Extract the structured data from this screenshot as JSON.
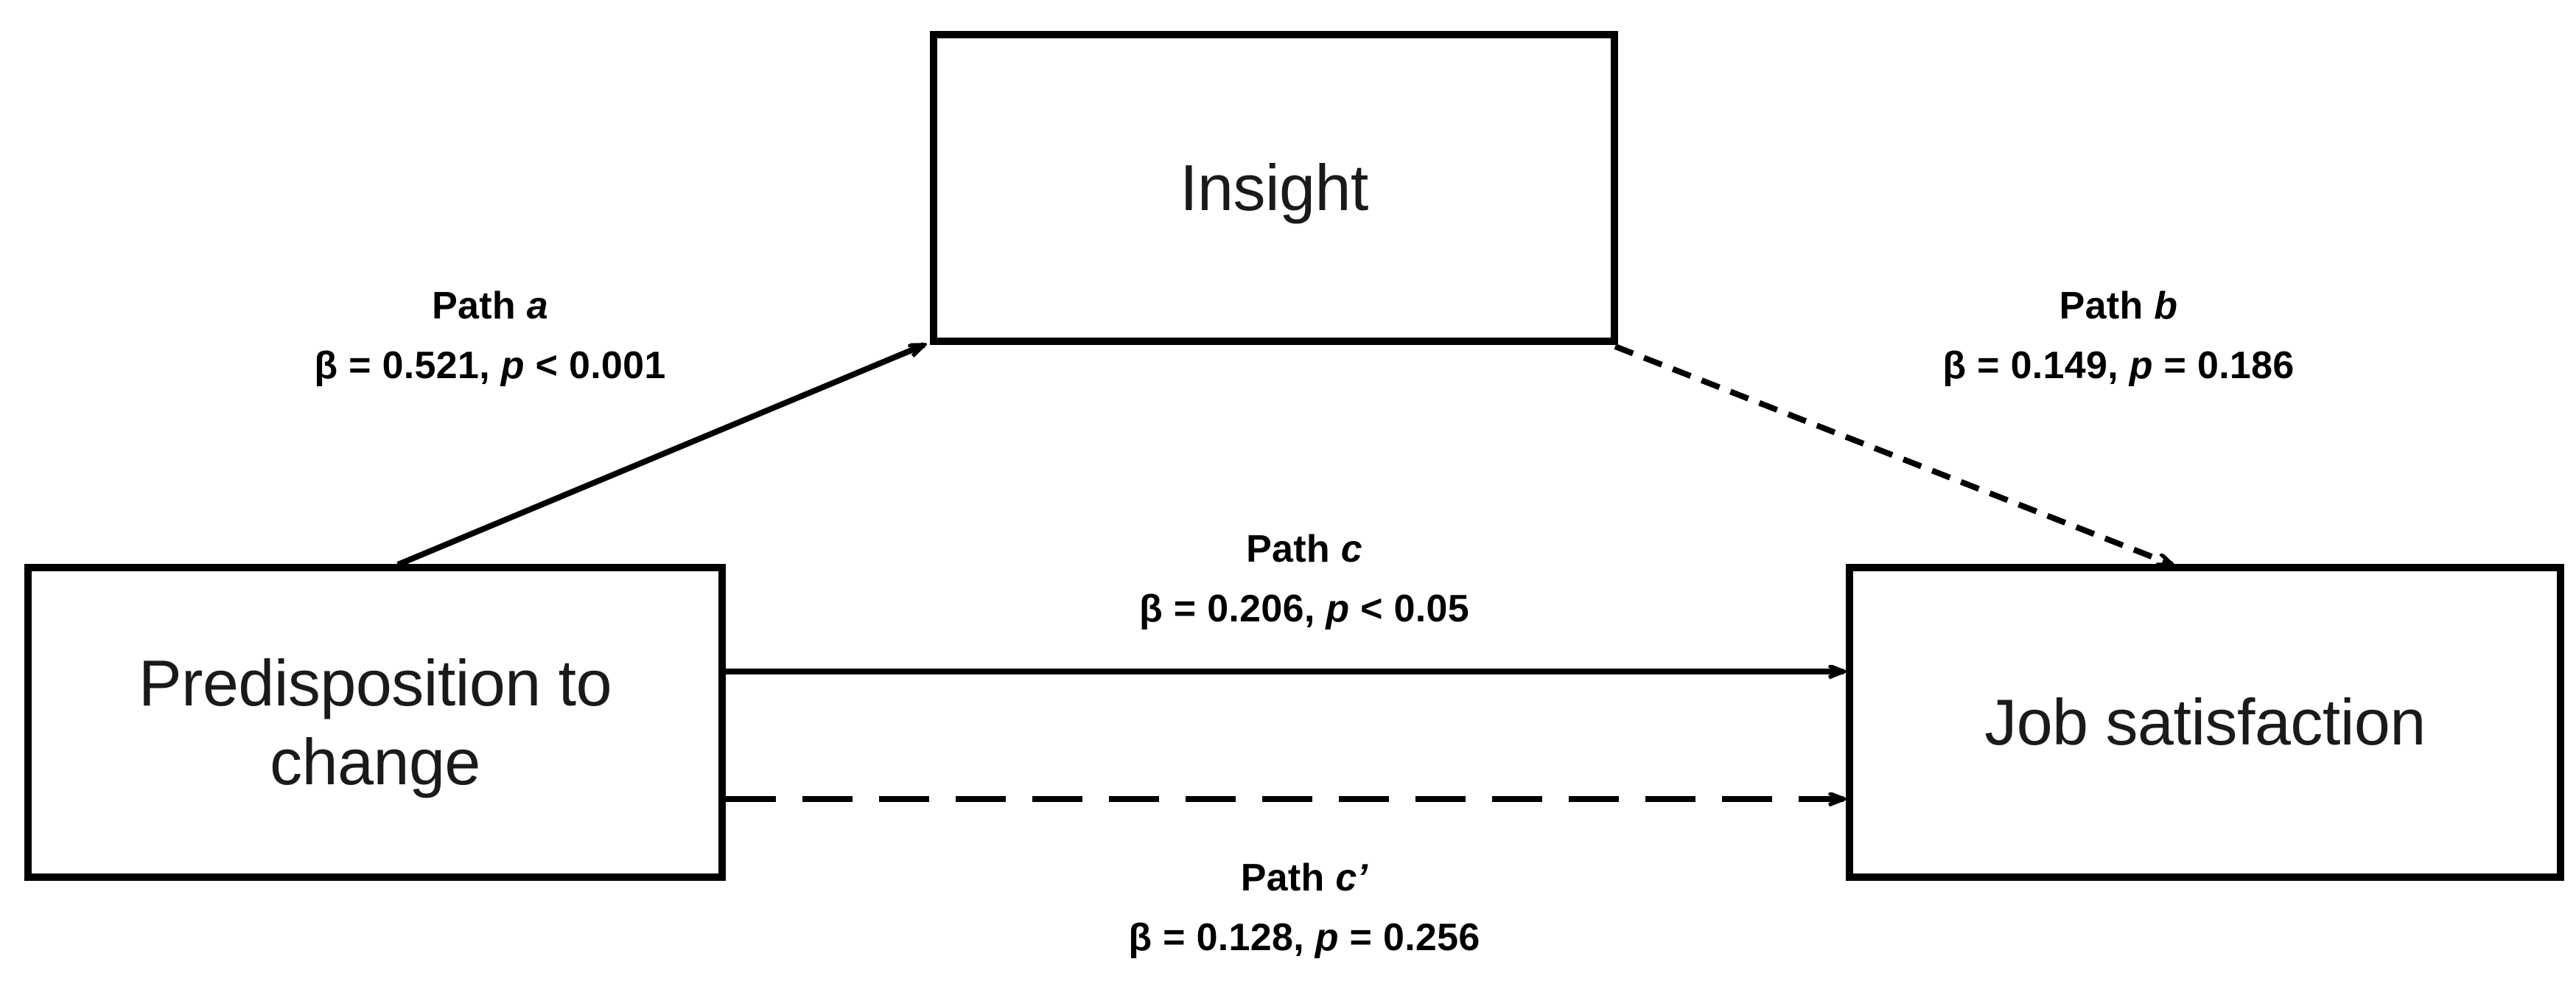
{
  "diagram": {
    "type": "mediation-path-model",
    "background_color": "#ffffff",
    "line_color": "#000000",
    "nodes": [
      {
        "id": "insight",
        "label": "Insight"
      },
      {
        "id": "predisposition",
        "label": "Predisposition to\nchange"
      },
      {
        "id": "job_satisfaction",
        "label": "Job satisfaction"
      }
    ],
    "paths": [
      {
        "id": "path_a",
        "name": "Path",
        "symbol": "a",
        "from": "predisposition",
        "to": "insight",
        "line_style": "solid",
        "beta_prefix": "β = ",
        "beta": "0.521",
        "p_label": "p",
        "p_operator": " < ",
        "p_value": "0.001",
        "stat_text": "β = 0.521, p < 0.001"
      },
      {
        "id": "path_b",
        "name": "Path",
        "symbol": "b",
        "from": "insight",
        "to": "job_satisfaction",
        "line_style": "dashed",
        "beta_prefix": "β = ",
        "beta": "0.149",
        "p_label": "p",
        "p_operator": " = ",
        "p_value": "0.186",
        "stat_text": "β = 0.149, p = 0.186"
      },
      {
        "id": "path_c",
        "name": "Path",
        "symbol": "c",
        "from": "predisposition",
        "to": "job_satisfaction",
        "line_style": "solid",
        "beta_prefix": "β = ",
        "beta": "0.206",
        "p_label": "p",
        "p_operator": " < ",
        "p_value": "0.05",
        "stat_text": "β = 0.206, p < 0.05"
      },
      {
        "id": "path_c_prime",
        "name": "Path",
        "symbol": "c’",
        "from": "predisposition",
        "to": "job_satisfaction",
        "line_style": "dashed",
        "beta_prefix": "β = ",
        "beta": "0.128",
        "p_label": "p",
        "p_operator": " = ",
        "p_value": "0.256",
        "stat_text": "β = 0.128, p = 0.256"
      }
    ]
  }
}
